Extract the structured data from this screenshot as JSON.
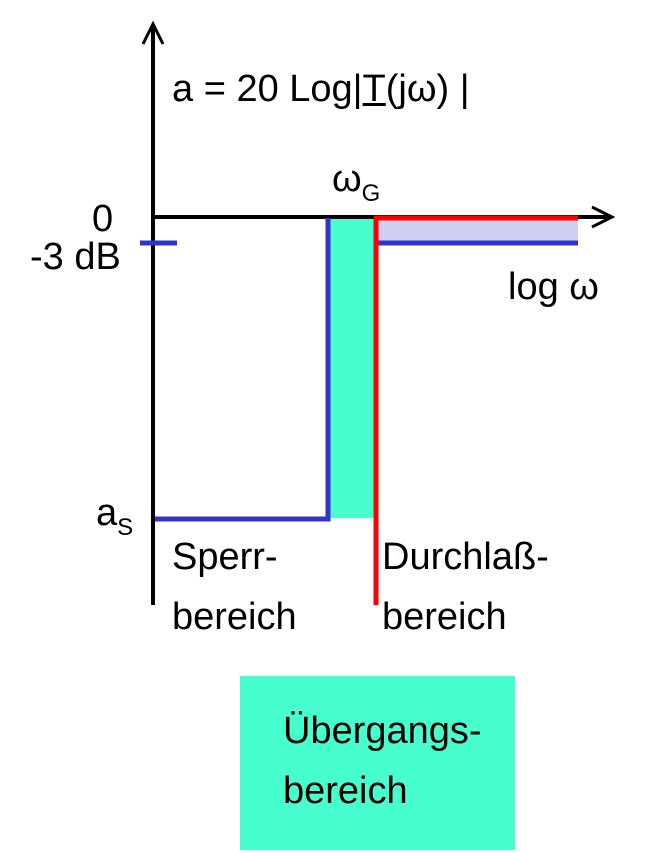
{
  "title": {
    "prefix": "a = 20 Log|",
    "T": "T",
    "suffix": "(jω) |"
  },
  "labels": {
    "omega_g": "ω",
    "omega_g_sub": "G",
    "zero": "0",
    "minus3db": "-3 dB",
    "x_axis": "log ω",
    "a_s": "a",
    "a_s_sub": "S",
    "stop_band_1": "Sperr-",
    "stop_band_2": "bereich",
    "pass_band_1": "Durchlaß-",
    "pass_band_2": "bereich"
  },
  "legend": {
    "line1": "Übergangs-",
    "line2": "bereich"
  },
  "colors": {
    "blue": "#3333cc",
    "red": "#ff0000",
    "teal": "#47ffce",
    "lavender": "#d0d0f0"
  }
}
